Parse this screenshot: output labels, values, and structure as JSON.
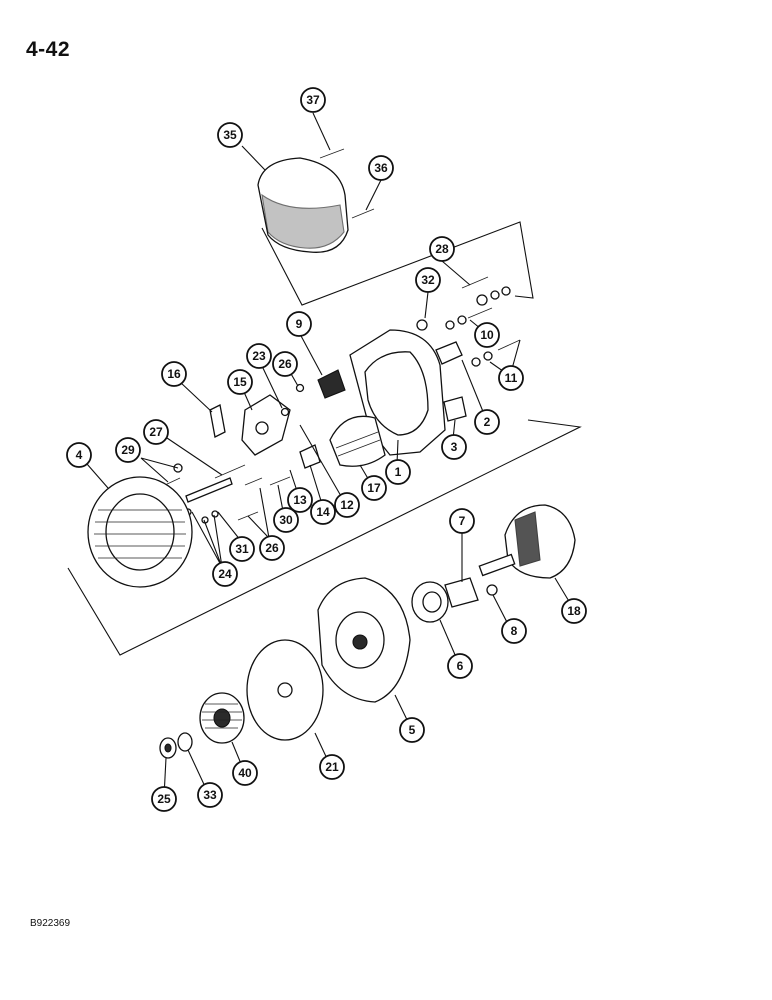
{
  "page": {
    "number": "4-42",
    "figure_code": "B922369"
  },
  "callouts": [
    {
      "label": "37"
    },
    {
      "label": "35"
    },
    {
      "label": "36"
    },
    {
      "label": "28"
    },
    {
      "label": "32"
    },
    {
      "label": "10"
    },
    {
      "label": "11"
    },
    {
      "label": "9"
    },
    {
      "label": "23"
    },
    {
      "label": "26"
    },
    {
      "label": "16"
    },
    {
      "label": "15"
    },
    {
      "label": "2"
    },
    {
      "label": "3"
    },
    {
      "label": "1"
    },
    {
      "label": "27"
    },
    {
      "label": "29"
    },
    {
      "label": "4"
    },
    {
      "label": "13"
    },
    {
      "label": "14"
    },
    {
      "label": "12"
    },
    {
      "label": "17"
    },
    {
      "label": "30"
    },
    {
      "label": "26"
    },
    {
      "label": "31"
    },
    {
      "label": "24"
    },
    {
      "label": "7"
    },
    {
      "label": "18"
    },
    {
      "label": "8"
    },
    {
      "label": "6"
    },
    {
      "label": "5"
    },
    {
      "label": "21"
    },
    {
      "label": "40"
    },
    {
      "label": "33"
    },
    {
      "label": "25"
    }
  ]
}
